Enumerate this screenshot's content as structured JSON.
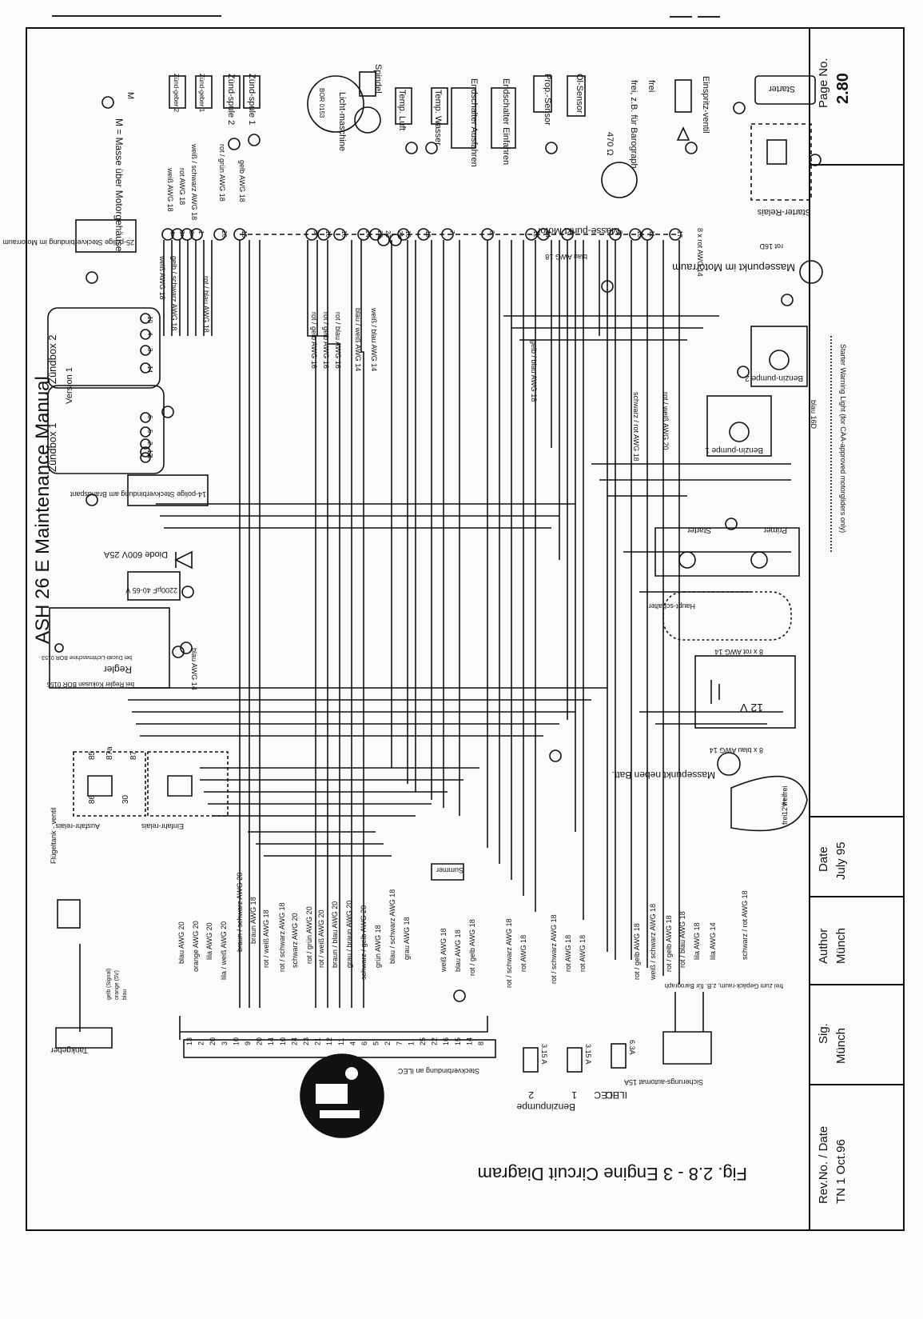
{
  "header": {
    "manual_title": "ASH 26 E   Maintenance Manual"
  },
  "title_block": {
    "page_label": "Page No.",
    "page_value": "2.80",
    "date_label": "Date",
    "date_value": "July 95",
    "author_label": "Author",
    "author_value": "Münch",
    "sig_label": "Sig.",
    "sig_value": "Münch",
    "rev_label": "Rev.No. / Date",
    "rev_value": "TN 1     Oct.96"
  },
  "figure": {
    "caption": "Fig. 2.8 - 3   Engine Circuit Diagram"
  },
  "components": {
    "starter": "Starter",
    "starter_relais": "Starter-Relais",
    "einspritzventil": "Einspritz-ventil",
    "frei_barograph": "frei, z.B. für Barograph",
    "frei": "frei",
    "oel_sensor": "Öl-Sensor",
    "prop_sensor": "Prop.-Sensor",
    "endschalter_einfahren": "Endschalter Einfahren",
    "endschalter_ausfahren": "Endschalter Ausfahren",
    "temp_wasser": "Temp. Wasser",
    "temp_luft": "Temp. Luft",
    "spindel": "Spindel",
    "lichtmaschine": "Licht-maschine",
    "lichtmaschine_sub": "BOR 0153",
    "zuendspule_1": "Zünd-spule 1",
    "zuendspule_2": "Zünd-spule 2",
    "zuendgeber_1": "Zünd-geber 1",
    "zuendgeber_2": "Zünd-geber 2",
    "masse_motor": "M = Masse über Motorgehäuse",
    "masse_motor_symbol": "M",
    "resistor": "470 Ω",
    "masse_punkt_motor": "Masse-punkt Motor",
    "masse_punkt_motorraum": "Massepunkt im Motorraum",
    "stecker_25": "25-polige Steckverbindung im Motorraum",
    "stecker_14": "14-polige Steckverbindung am Brandspant",
    "zuendbox_1": "Zündbox 1",
    "zuendbox_2": "Zündbox 2",
    "version": "Version 1",
    "benzinpumpe_1": "Benzin-pumpe 1",
    "benzinpumpe_2": "Benzin-pumpe 2",
    "starter_warning": "Starter Warning Light (for CAA-approved motorgliders only)",
    "diode": "Diode 600V 25A",
    "capacitor": "2200µF 40-65 V",
    "regler": "Regler",
    "regler_sub": "bei Ducati-Lichtmaschine BOR 0153",
    "kokusan": "bei Regler Kokusan BOR 0155",
    "starter_switch": "Starter",
    "primer_switch": "Primer",
    "hauptschalter": "Haupt-schalter",
    "battery": "12 V",
    "bat_cable_top": "8 x rot AWG 14",
    "bat_cable_bottom": "8 x blau AWG 14",
    "massepunkt_batt": "Massepunkt neben Batt.",
    "ausfahr_relais": "Ausfahr-relais",
    "einfahr_relais": "Einfahr-relais",
    "flugtank_ventil": "Flügeltank - ventil",
    "tankgeber": "Tankgeber",
    "summer": "Summer",
    "ilec_stecker": "Steckverbindung an ILEC",
    "ilec": "ILEC",
    "benzinpumpe_fuse": "Benzinpumpe",
    "sicherungsautomat": "Sicherungs-automat 15A",
    "frei_gepaeck": "frei zum Gepäck-raum, z.B. für Barograph",
    "rot_16": "rot 16D",
    "blau_16": "blau 16D"
  },
  "fuses": [
    "3.15 A",
    "3.15 A",
    "6.3A"
  ],
  "fuse_labels": [
    "2",
    "1",
    "ILEC"
  ],
  "wire_labels_left": [
    "gelb AWG 18",
    "rot / grün AWG 18",
    "weiß / schwarz AWG 18",
    "rot AWG 18",
    "weiß AWG 18",
    "gelb / schwarz AWG 18",
    "weiß AWG 18",
    "rot / blau AWG 18",
    "rot / gelb AWG 16",
    "rot / gelb AWG 16",
    "rot / blau AWG 16",
    "blau / weiß AWG 14",
    "weiß / blau AWG 14",
    "gelb / blau AWG 18",
    "schwarz / rot AWG 18",
    "rot / weiß AWG 20",
    "blau AWG 18",
    "8 x rot AWG 14",
    "blau AWG 14"
  ],
  "bottom_wire_labels": [
    "blau AWG 20",
    "orange AWG 20",
    "lila AWG 20",
    "lila / weiß AWG 20",
    "braun / schwarz AWG 20",
    "braun AWG 18",
    "rot / weiß AWG 18",
    "rot / schwarz AWG 18",
    "schwarz AWG 20",
    "rot / grün AWG 20",
    "rot / weiß AWG 20",
    "braun / blau AWG 20",
    "grau / braun AWG 20",
    "schwarz / gelb AWG 20",
    "grün AWG 18",
    "blau / schwarz AWG 18",
    "grau AWG 18",
    "weiß AWG 18",
    "blau AWG 18",
    "rot / gelb AWG 18",
    "rot / schwarz AWG 18",
    "rot AWG 18",
    "rot / schwarz AWG 18",
    "rot AWG 18",
    "rot AWG 18",
    "rot / gelb AWG 18",
    "weiß / schwarz AWG 18",
    "rot / gelb AWG 18",
    "rot / blau AWG 18",
    "lila AWG 18",
    "lila AWG 14",
    "schwarz / rot AWG 18"
  ],
  "ilec_pins": [
    "13",
    "2",
    "20",
    "3",
    "10",
    "9",
    "20",
    "14",
    "10",
    "24",
    "23",
    "21",
    "12",
    "11",
    "4",
    "6",
    "5",
    "2",
    "7",
    "1",
    "25",
    "22",
    "16",
    "15",
    "14",
    "8"
  ],
  "connector_pins": [
    "4",
    "3",
    "2",
    "1",
    "20",
    "15",
    "5",
    "10",
    "16",
    "24",
    "22",
    "23",
    "21",
    "18",
    "19",
    "7",
    "6",
    "12",
    "14",
    "8",
    "9",
    "13",
    "11",
    "17"
  ],
  "zuendbox_pins": [
    "10",
    "4",
    "3",
    "14",
    "13",
    "6",
    "5",
    "2",
    "1"
  ],
  "tankgeber_wires": [
    "gelb (Signal)",
    "orange (5V)",
    "blau"
  ],
  "relay_pins": [
    "85",
    "87a",
    "87",
    "86",
    "30"
  ],
  "fuse_panel_labels": [
    "frei",
    "frei",
    "12V+",
    "frei"
  ],
  "colors": {
    "ink": "#111111",
    "paper": "#fbfbfa"
  }
}
